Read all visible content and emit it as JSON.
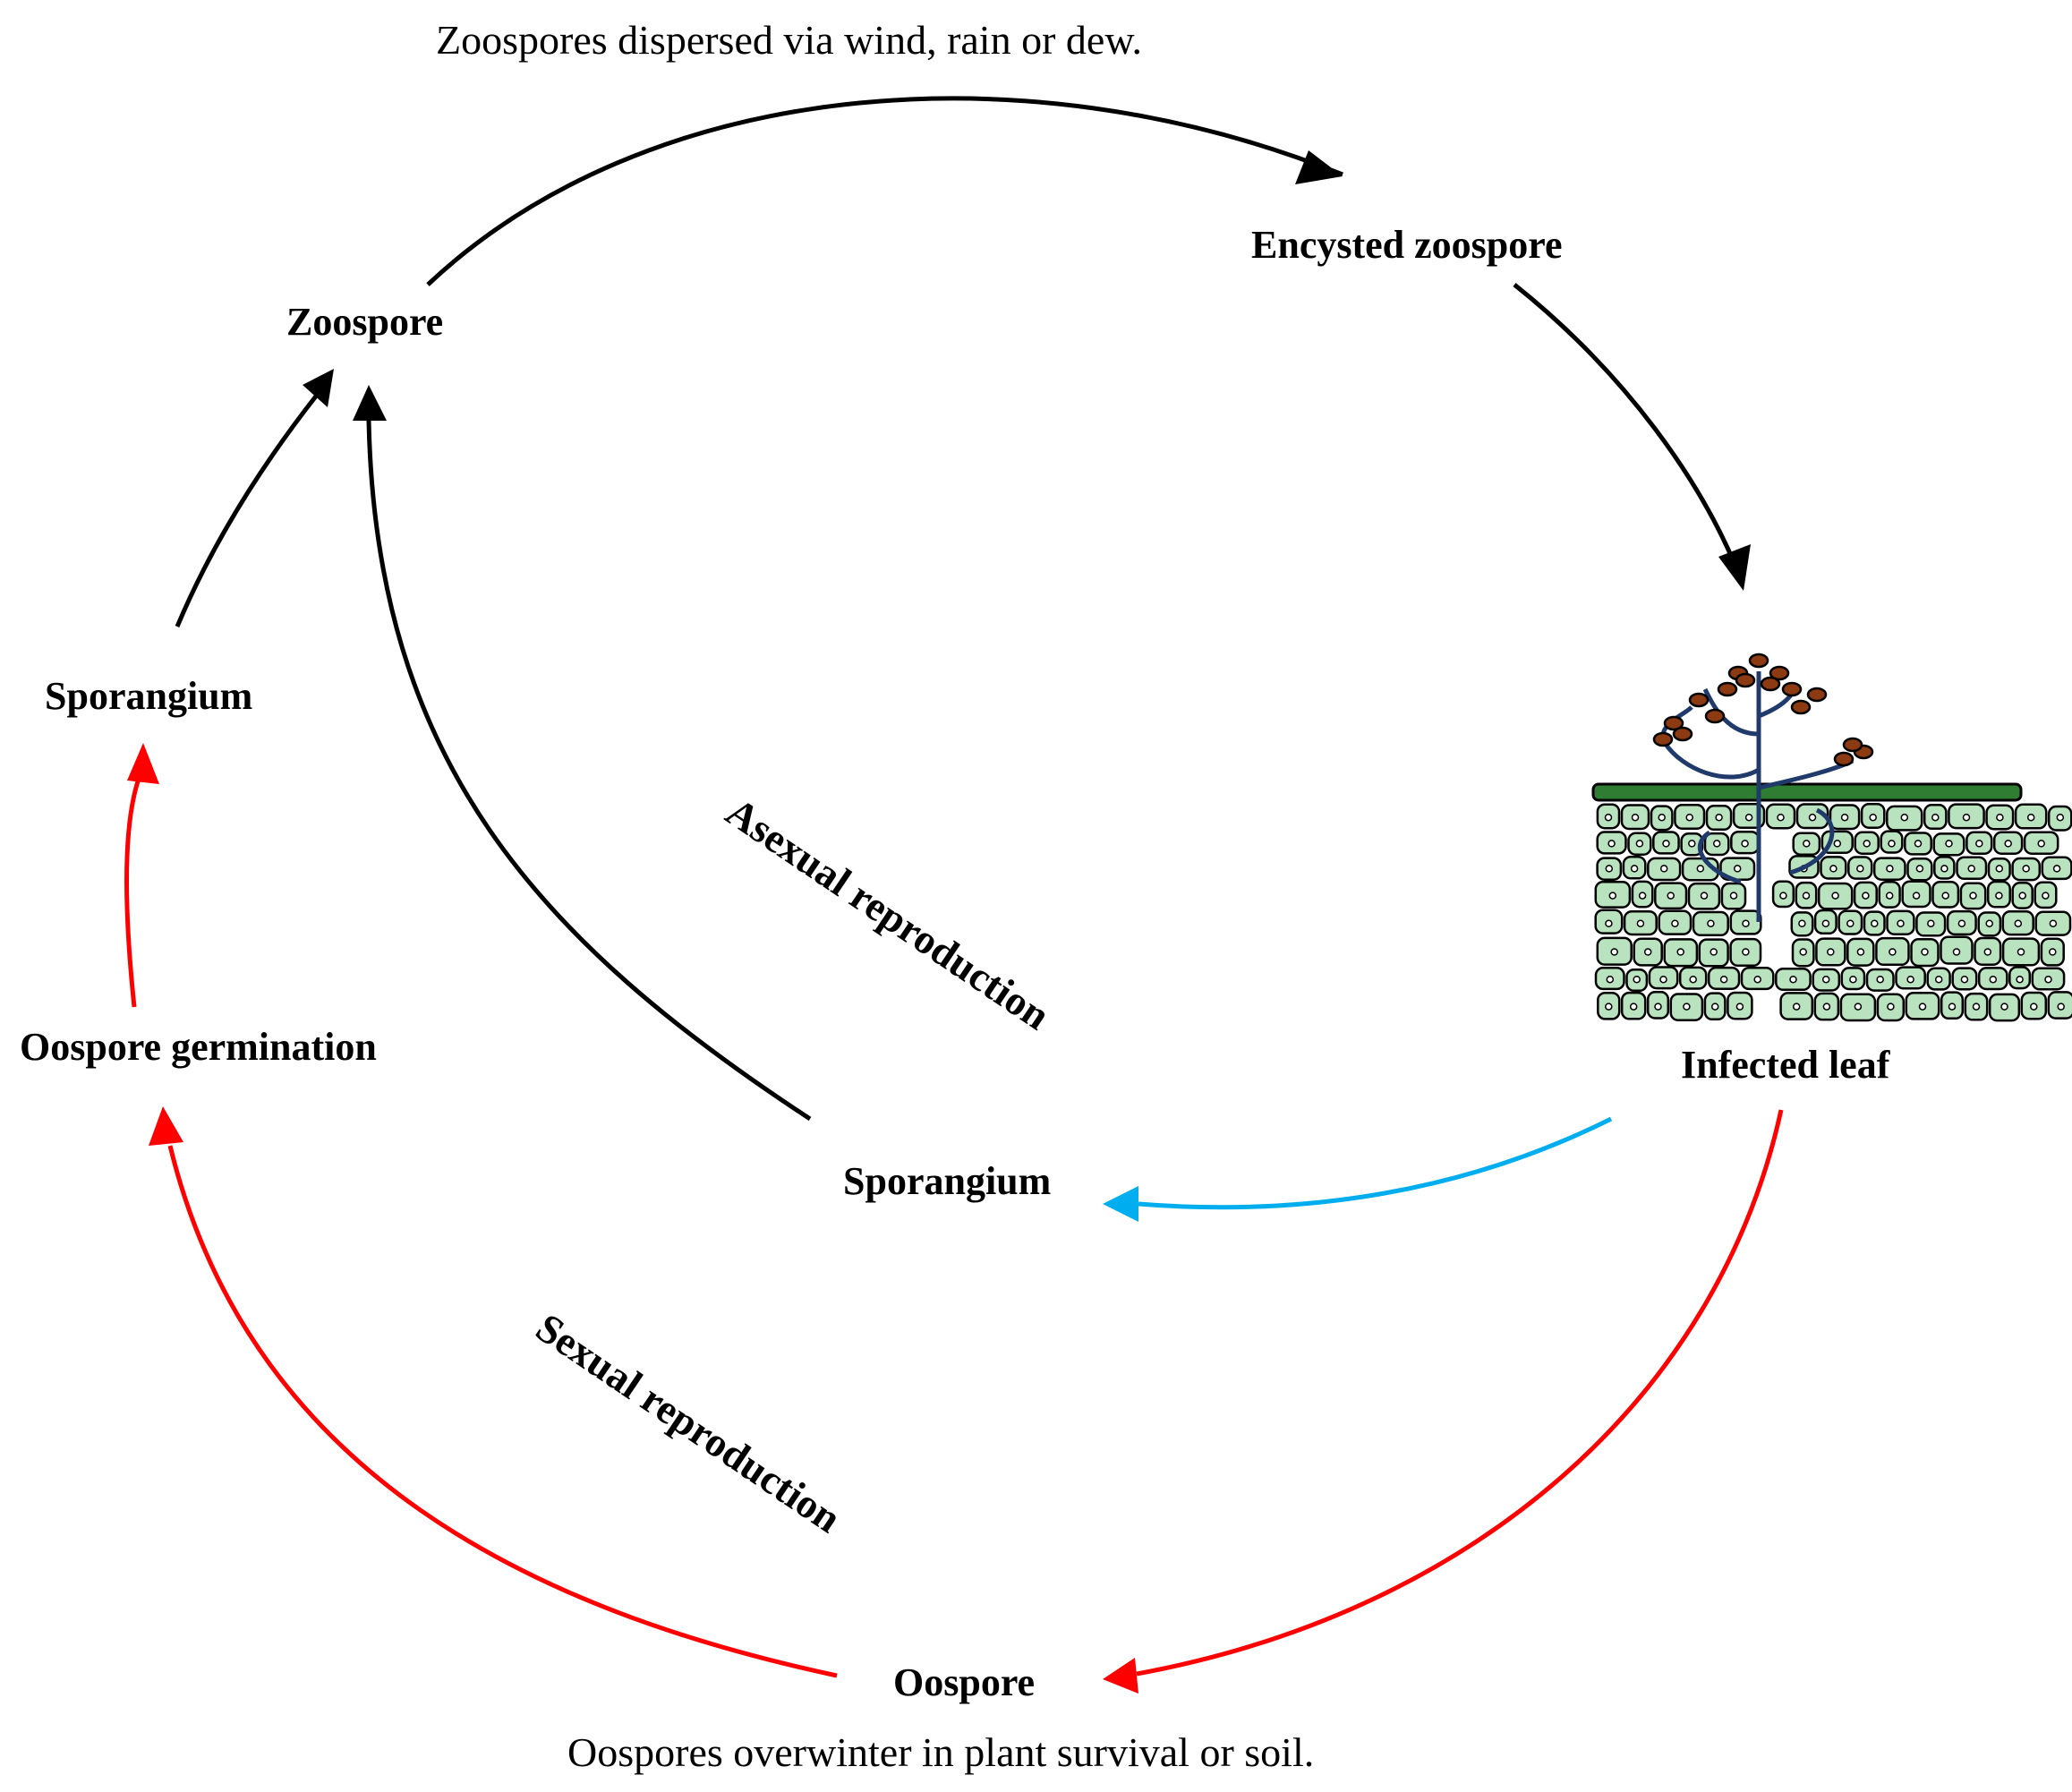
{
  "labels": {
    "top_note": "Zoospores dispersed via wind, rain or dew.",
    "encysted_zoospore": "Encysted zoospore",
    "zoospore": "Zoospore",
    "sporangium_left": "Sporangium",
    "asexual_reproduction": "Asexual reproduction",
    "oospore_germination": "Oospore germination",
    "infected_leaf": "Infected leaf",
    "sporangium_center": "Sporangium",
    "sexual_reproduction": "Sexual reproduction",
    "oospore": "Oospore",
    "bottom_note": "Oospores overwinter in plant survival or soil."
  },
  "colors": {
    "asexual_arrow": "#000000",
    "sexual_arrow": "#ff0000",
    "release_arrow": "#00aeef",
    "leaf_cell_fill": "#b9e3be",
    "leaf_surface": "#2e7d32",
    "sporangium_fill": "#8b3a12",
    "hypha": "#1f3a6b"
  }
}
